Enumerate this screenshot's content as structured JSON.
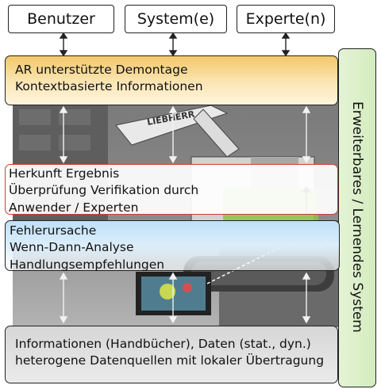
{
  "roles": {
    "user": "Benutzer",
    "systems": "System(e)",
    "experts": "Experte(n)"
  },
  "layers": {
    "ar": {
      "line1": "AR unterstützte Demontage",
      "line2": "Kontextbasierte Informationen"
    },
    "origin": {
      "line1": "Herkunft Ergebnis",
      "line2": "Überprüfung Verifikation durch",
      "line3": "Anwender / Experten"
    },
    "fault": {
      "line1": "Fehlerursache",
      "line2": "Wenn-Dann-Analyse",
      "line3": "Handlungsempfehlungen"
    },
    "info": {
      "line1": "Informationen (Handbücher), Daten (stat., dyn.)",
      "line2": "heterogene Datenquellen mit lokaler Übertragung"
    }
  },
  "side_label": "Erweiterbares / Lernendes System",
  "photo_text": {
    "brand": "LIEBHERR"
  },
  "colors": {
    "ar_band": "#f5d58c",
    "origin_border": "#d23a3a",
    "fault_band": "#cfe7f8",
    "info_band": "#dedede",
    "side_panel": "#dcefc9"
  }
}
